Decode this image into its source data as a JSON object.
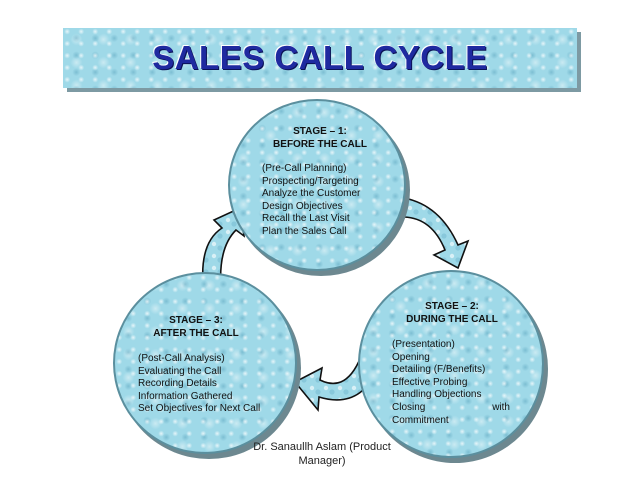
{
  "title": "SALES CALL CYCLE",
  "stages": [
    {
      "heading": [
        "STAGE – 1:",
        "BEFORE THE CALL"
      ],
      "items": [
        "(Pre-Call Planning)",
        "Prospecting/Targeting",
        "Analyze the Customer",
        "Design Objectives",
        "Recall the Last Visit",
        "Plan the Sales Call"
      ]
    },
    {
      "heading": [
        "STAGE – 2:",
        "DURING THE CALL"
      ],
      "items": [
        "(Presentation)",
        "Opening",
        "Detailing (F/Benefits)",
        "Effective Probing",
        "Handling Objections",
        "Closing",
        "with",
        "Commitment"
      ]
    },
    {
      "heading": [
        "STAGE – 3:",
        "AFTER THE CALL"
      ],
      "items": [
        "(Post-Call Analysis)",
        "Evaluating the Call",
        "Recording Details",
        "Information Gathered",
        "Set Objectives for Next Call"
      ]
    }
  ],
  "footer": [
    "Dr. Sanaullh Aslam (Product",
    "Manager)"
  ],
  "colors": {
    "title": "#1f2aa0",
    "water": "#9fd9e8",
    "arrow_outline": "#111111"
  }
}
